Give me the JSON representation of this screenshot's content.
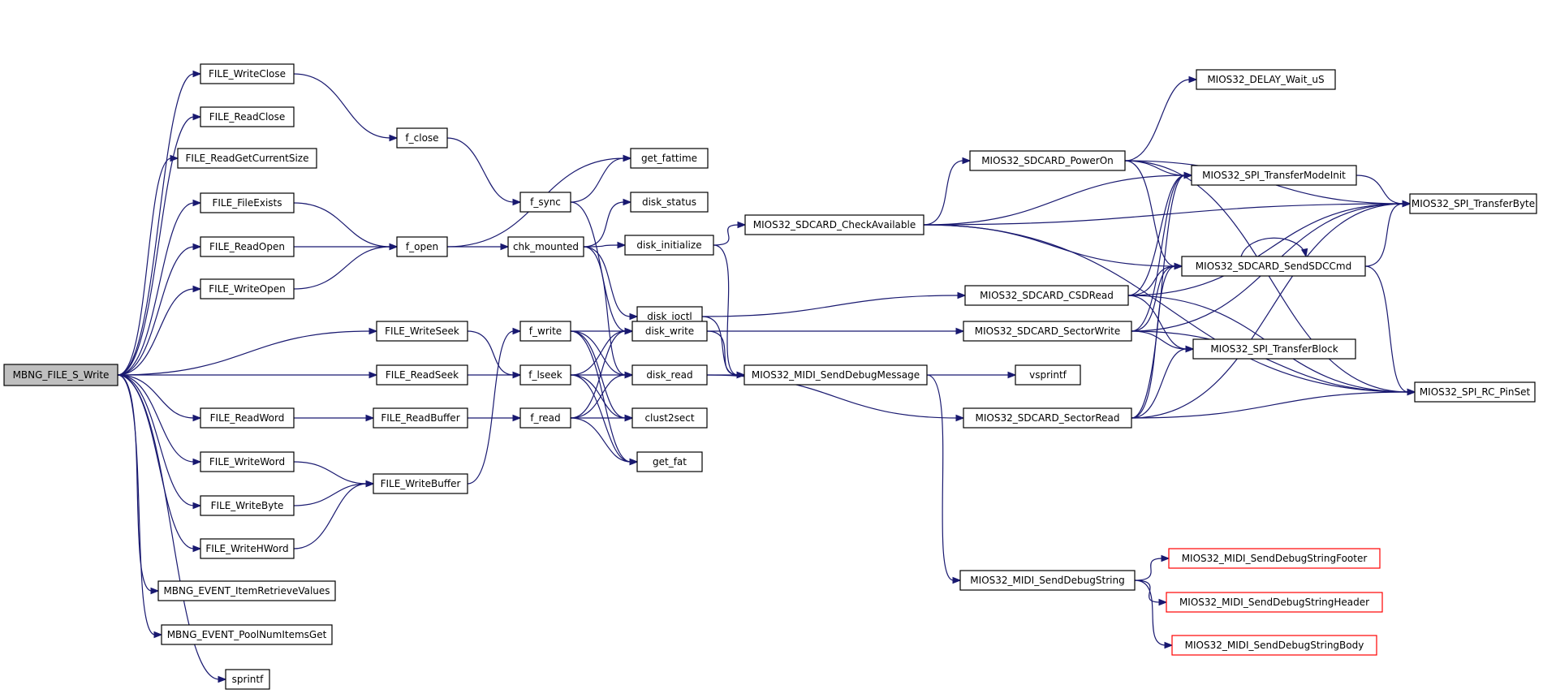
{
  "colors": {
    "edge": "#191970",
    "truncated_border": "#ff0000",
    "root_fill": "#bfbfbf"
  },
  "nodes": [
    {
      "id": "mbng_file_s_write",
      "label": "MBNG_FILE_S_Write",
      "style": "root"
    },
    {
      "id": "file_writeclose",
      "label": "FILE_WriteClose"
    },
    {
      "id": "file_readclose",
      "label": "FILE_ReadClose"
    },
    {
      "id": "file_readgetcurrentsize",
      "label": "FILE_ReadGetCurrentSize"
    },
    {
      "id": "file_fileexists",
      "label": "FILE_FileExists"
    },
    {
      "id": "file_readopen",
      "label": "FILE_ReadOpen"
    },
    {
      "id": "file_writeopen",
      "label": "FILE_WriteOpen"
    },
    {
      "id": "file_writeseek",
      "label": "FILE_WriteSeek"
    },
    {
      "id": "file_readseek",
      "label": "FILE_ReadSeek"
    },
    {
      "id": "file_readword",
      "label": "FILE_ReadWord"
    },
    {
      "id": "file_writeword",
      "label": "FILE_WriteWord"
    },
    {
      "id": "file_writebyte",
      "label": "FILE_WriteByte"
    },
    {
      "id": "file_writehword",
      "label": "FILE_WriteHWord"
    },
    {
      "id": "mbng_event_itemretrievevalues",
      "label": "MBNG_EVENT_ItemRetrieveValues"
    },
    {
      "id": "mbng_event_poolnumitemsget",
      "label": "MBNG_EVENT_PoolNumItemsGet"
    },
    {
      "id": "sprintf",
      "label": "sprintf"
    },
    {
      "id": "f_close",
      "label": "f_close"
    },
    {
      "id": "f_open",
      "label": "f_open"
    },
    {
      "id": "file_readbuffer",
      "label": "FILE_ReadBuffer"
    },
    {
      "id": "file_writebuffer",
      "label": "FILE_WriteBuffer"
    },
    {
      "id": "f_sync",
      "label": "f_sync"
    },
    {
      "id": "chk_mounted",
      "label": "chk_mounted"
    },
    {
      "id": "f_write",
      "label": "f_write"
    },
    {
      "id": "f_lseek",
      "label": "f_lseek"
    },
    {
      "id": "f_read",
      "label": "f_read"
    },
    {
      "id": "get_fattime",
      "label": "get_fattime"
    },
    {
      "id": "disk_status",
      "label": "disk_status"
    },
    {
      "id": "disk_initialize",
      "label": "disk_initialize"
    },
    {
      "id": "disk_ioctl",
      "label": "disk_ioctl"
    },
    {
      "id": "disk_write",
      "label": "disk_write"
    },
    {
      "id": "disk_read",
      "label": "disk_read"
    },
    {
      "id": "clust2sect",
      "label": "clust2sect"
    },
    {
      "id": "get_fat",
      "label": "get_fat"
    },
    {
      "id": "mios32_sdcard_checkavailable",
      "label": "MIOS32_SDCARD_CheckAvailable"
    },
    {
      "id": "mios32_midi_senddebugmessage",
      "label": "MIOS32_MIDI_SendDebugMessage"
    },
    {
      "id": "mios32_sdcard_poweron",
      "label": "MIOS32_SDCARD_PowerOn"
    },
    {
      "id": "mios32_sdcard_csdread",
      "label": "MIOS32_SDCARD_CSDRead"
    },
    {
      "id": "mios32_sdcard_sectorwrite",
      "label": "MIOS32_SDCARD_SectorWrite"
    },
    {
      "id": "vsprintf",
      "label": "vsprintf"
    },
    {
      "id": "mios32_sdcard_sectorread",
      "label": "MIOS32_SDCARD_SectorRead"
    },
    {
      "id": "mios32_midi_senddebugstring",
      "label": "MIOS32_MIDI_SendDebugString"
    },
    {
      "id": "mios32_delay_wait_us",
      "label": "MIOS32_DELAY_Wait_uS"
    },
    {
      "id": "mios32_spi_transfermodeinit",
      "label": "MIOS32_SPI_TransferModeInit"
    },
    {
      "id": "mios32_sdcard_sendsdccmd",
      "label": "MIOS32_SDCARD_SendSDCCmd"
    },
    {
      "id": "mios32_spi_transferblock",
      "label": "MIOS32_SPI_TransferBlock"
    },
    {
      "id": "mios32_midi_senddebugstringfooter",
      "label": "MIOS32_MIDI_SendDebugStringFooter",
      "style": "truncated"
    },
    {
      "id": "mios32_midi_senddebugstringheader",
      "label": "MIOS32_MIDI_SendDebugStringHeader",
      "style": "truncated"
    },
    {
      "id": "mios32_midi_senddebugstringbody",
      "label": "MIOS32_MIDI_SendDebugStringBody",
      "style": "truncated"
    },
    {
      "id": "mios32_spi_transferbyte",
      "label": "MIOS32_SPI_TransferByte"
    },
    {
      "id": "mios32_spi_rc_pinset",
      "label": "MIOS32_SPI_RC_PinSet"
    }
  ],
  "edges": [
    [
      "mbng_file_s_write",
      "file_writeclose"
    ],
    [
      "mbng_file_s_write",
      "file_readclose"
    ],
    [
      "mbng_file_s_write",
      "file_readgetcurrentsize"
    ],
    [
      "mbng_file_s_write",
      "file_fileexists"
    ],
    [
      "mbng_file_s_write",
      "file_readopen"
    ],
    [
      "mbng_file_s_write",
      "file_writeopen"
    ],
    [
      "mbng_file_s_write",
      "file_writeseek"
    ],
    [
      "mbng_file_s_write",
      "file_readseek"
    ],
    [
      "mbng_file_s_write",
      "file_readword"
    ],
    [
      "mbng_file_s_write",
      "file_writeword"
    ],
    [
      "mbng_file_s_write",
      "file_writebyte"
    ],
    [
      "mbng_file_s_write",
      "file_writehword"
    ],
    [
      "mbng_file_s_write",
      "mbng_event_itemretrievevalues"
    ],
    [
      "mbng_file_s_write",
      "mbng_event_poolnumitemsget"
    ],
    [
      "mbng_file_s_write",
      "sprintf"
    ],
    [
      "file_writeclose",
      "f_close"
    ],
    [
      "file_fileexists",
      "f_open"
    ],
    [
      "file_readopen",
      "f_open"
    ],
    [
      "file_writeopen",
      "f_open"
    ],
    [
      "file_writeseek",
      "f_lseek"
    ],
    [
      "file_readseek",
      "f_lseek"
    ],
    [
      "file_readword",
      "file_readbuffer"
    ],
    [
      "file_writeword",
      "file_writebuffer"
    ],
    [
      "file_writebyte",
      "file_writebuffer"
    ],
    [
      "file_writehword",
      "file_writebuffer"
    ],
    [
      "f_close",
      "f_sync"
    ],
    [
      "f_open",
      "get_fattime"
    ],
    [
      "f_open",
      "chk_mounted"
    ],
    [
      "file_readbuffer",
      "f_read"
    ],
    [
      "file_writebuffer",
      "f_write"
    ],
    [
      "f_sync",
      "get_fattime"
    ],
    [
      "f_sync",
      "disk_write"
    ],
    [
      "chk_mounted",
      "disk_status"
    ],
    [
      "chk_mounted",
      "disk_initialize"
    ],
    [
      "chk_mounted",
      "disk_ioctl"
    ],
    [
      "chk_mounted",
      "disk_read"
    ],
    [
      "f_write",
      "disk_write"
    ],
    [
      "f_write",
      "disk_read"
    ],
    [
      "f_write",
      "clust2sect"
    ],
    [
      "f_write",
      "get_fat"
    ],
    [
      "f_lseek",
      "disk_write"
    ],
    [
      "f_lseek",
      "disk_read"
    ],
    [
      "f_lseek",
      "clust2sect"
    ],
    [
      "f_lseek",
      "get_fat"
    ],
    [
      "f_read",
      "disk_write"
    ],
    [
      "f_read",
      "disk_read"
    ],
    [
      "f_read",
      "clust2sect"
    ],
    [
      "f_read",
      "get_fat"
    ],
    [
      "disk_initialize",
      "mios32_sdcard_checkavailable"
    ],
    [
      "disk_initialize",
      "mios32_midi_senddebugmessage"
    ],
    [
      "disk_ioctl",
      "mios32_sdcard_csdread"
    ],
    [
      "disk_ioctl",
      "mios32_midi_senddebugmessage"
    ],
    [
      "disk_write",
      "mios32_sdcard_sectorwrite"
    ],
    [
      "disk_write",
      "mios32_midi_senddebugmessage"
    ],
    [
      "disk_read",
      "mios32_midi_senddebugmessage"
    ],
    [
      "disk_read",
      "mios32_sdcard_sectorread"
    ],
    [
      "mios32_sdcard_checkavailable",
      "mios32_sdcard_poweron"
    ],
    [
      "mios32_sdcard_checkavailable",
      "mios32_spi_transfermodeinit"
    ],
    [
      "mios32_sdcard_checkavailable",
      "mios32_sdcard_sendsdccmd"
    ],
    [
      "mios32_sdcard_checkavailable",
      "mios32_spi_transferbyte"
    ],
    [
      "mios32_sdcard_checkavailable",
      "mios32_spi_rc_pinset"
    ],
    [
      "mios32_midi_senddebugmessage",
      "vsprintf"
    ],
    [
      "mios32_midi_senddebugmessage",
      "mios32_midi_senddebugstring"
    ],
    [
      "mios32_sdcard_poweron",
      "mios32_delay_wait_us"
    ],
    [
      "mios32_sdcard_poweron",
      "mios32_spi_transfermodeinit"
    ],
    [
      "mios32_sdcard_poweron",
      "mios32_sdcard_sendsdccmd"
    ],
    [
      "mios32_sdcard_poweron",
      "mios32_spi_transferbyte"
    ],
    [
      "mios32_sdcard_poweron",
      "mios32_spi_rc_pinset"
    ],
    [
      "mios32_sdcard_csdread",
      "mios32_spi_transfermodeinit"
    ],
    [
      "mios32_sdcard_csdread",
      "mios32_sdcard_sendsdccmd"
    ],
    [
      "mios32_sdcard_csdread",
      "mios32_spi_transferblock"
    ],
    [
      "mios32_sdcard_csdread",
      "mios32_spi_transferbyte"
    ],
    [
      "mios32_sdcard_csdread",
      "mios32_spi_rc_pinset"
    ],
    [
      "mios32_sdcard_sectorwrite",
      "mios32_spi_transfermodeinit"
    ],
    [
      "mios32_sdcard_sectorwrite",
      "mios32_sdcard_sendsdccmd"
    ],
    [
      "mios32_sdcard_sectorwrite",
      "mios32_spi_transferblock"
    ],
    [
      "mios32_sdcard_sectorwrite",
      "mios32_spi_transferbyte"
    ],
    [
      "mios32_sdcard_sectorwrite",
      "mios32_spi_rc_pinset"
    ],
    [
      "mios32_sdcard_sectorread",
      "mios32_spi_transfermodeinit"
    ],
    [
      "mios32_sdcard_sectorread",
      "mios32_sdcard_sendsdccmd"
    ],
    [
      "mios32_sdcard_sectorread",
      "mios32_spi_transferblock"
    ],
    [
      "mios32_sdcard_sectorread",
      "mios32_spi_transferbyte"
    ],
    [
      "mios32_sdcard_sectorread",
      "mios32_spi_rc_pinset"
    ],
    [
      "mios32_sdcard_sendsdccmd",
      "mios32_sdcard_sendsdccmd"
    ],
    [
      "mios32_sdcard_sendsdccmd",
      "mios32_spi_transferbyte"
    ],
    [
      "mios32_sdcard_sendsdccmd",
      "mios32_spi_rc_pinset"
    ],
    [
      "mios32_spi_transfermodeinit",
      "mios32_spi_transferbyte"
    ],
    [
      "mios32_midi_senddebugstring",
      "mios32_midi_senddebugstringfooter"
    ],
    [
      "mios32_midi_senddebugstring",
      "mios32_midi_senddebugstringheader"
    ],
    [
      "mios32_midi_senddebugstring",
      "mios32_midi_senddebugstringbody"
    ]
  ]
}
